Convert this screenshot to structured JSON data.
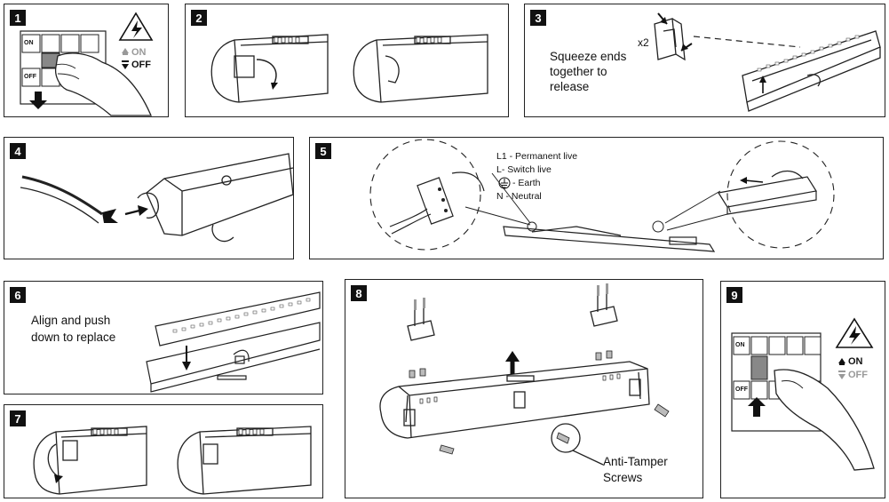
{
  "steps": [
    {
      "number": "1",
      "switch_on": "ON",
      "switch_off": "OFF",
      "legend_on": "ON",
      "legend_off": "OFF"
    },
    {
      "number": "2"
    },
    {
      "number": "3",
      "multiplier": "x2",
      "caption": [
        "Squeeze ends",
        "together to",
        "release"
      ]
    },
    {
      "number": "4"
    },
    {
      "number": "5",
      "legend": [
        "L1 - Permanent live",
        "L- Switch live",
        "- Earth",
        "N - Neutral"
      ]
    },
    {
      "number": "6",
      "caption": [
        "Align and push",
        "down to replace"
      ]
    },
    {
      "number": "7"
    },
    {
      "number": "8",
      "callout": [
        "Anti-Tamper",
        "Screws"
      ]
    },
    {
      "number": "9",
      "switch_on": "ON",
      "switch_off": "OFF",
      "legend_on": "ON",
      "legend_off": "OFF"
    }
  ],
  "icons": {
    "hazard": "high-voltage-warning-icon",
    "arrow_up": "triangle-up-icon",
    "arrow_down": "triangle-down-icon",
    "earth": "earth-symbol-icon"
  },
  "colors": {
    "line": "#222222",
    "shade": "#9a9a9a",
    "dark": "#111111",
    "grey_text": "#999999"
  }
}
